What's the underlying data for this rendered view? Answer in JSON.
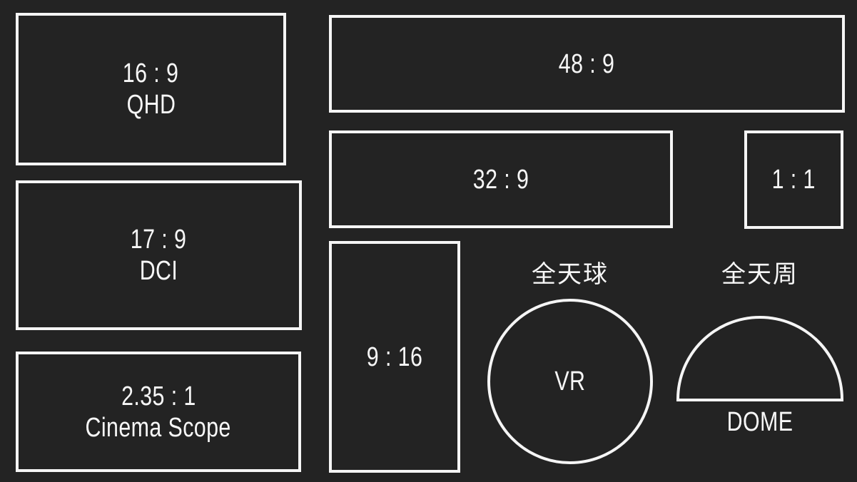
{
  "colors": {
    "background": "#232323",
    "stroke": "#f5f5f5",
    "text": "#f7f7f7"
  },
  "shapes": {
    "qhd": {
      "ratio": "16 : 9",
      "name": "QHD"
    },
    "dci": {
      "ratio": "17 : 9",
      "name": "DCI"
    },
    "cinema": {
      "ratio": "2.35 : 1",
      "name": "Cinema Scope"
    },
    "r48_9": {
      "ratio": "48 : 9"
    },
    "r32_9": {
      "ratio": "32 : 9"
    },
    "r1_1": {
      "ratio": "1 : 1"
    },
    "r9_16": {
      "ratio": "9 : 16"
    },
    "vr": {
      "title": "全天球",
      "label": "VR"
    },
    "dome": {
      "title": "全天周",
      "label": "DOME"
    }
  }
}
